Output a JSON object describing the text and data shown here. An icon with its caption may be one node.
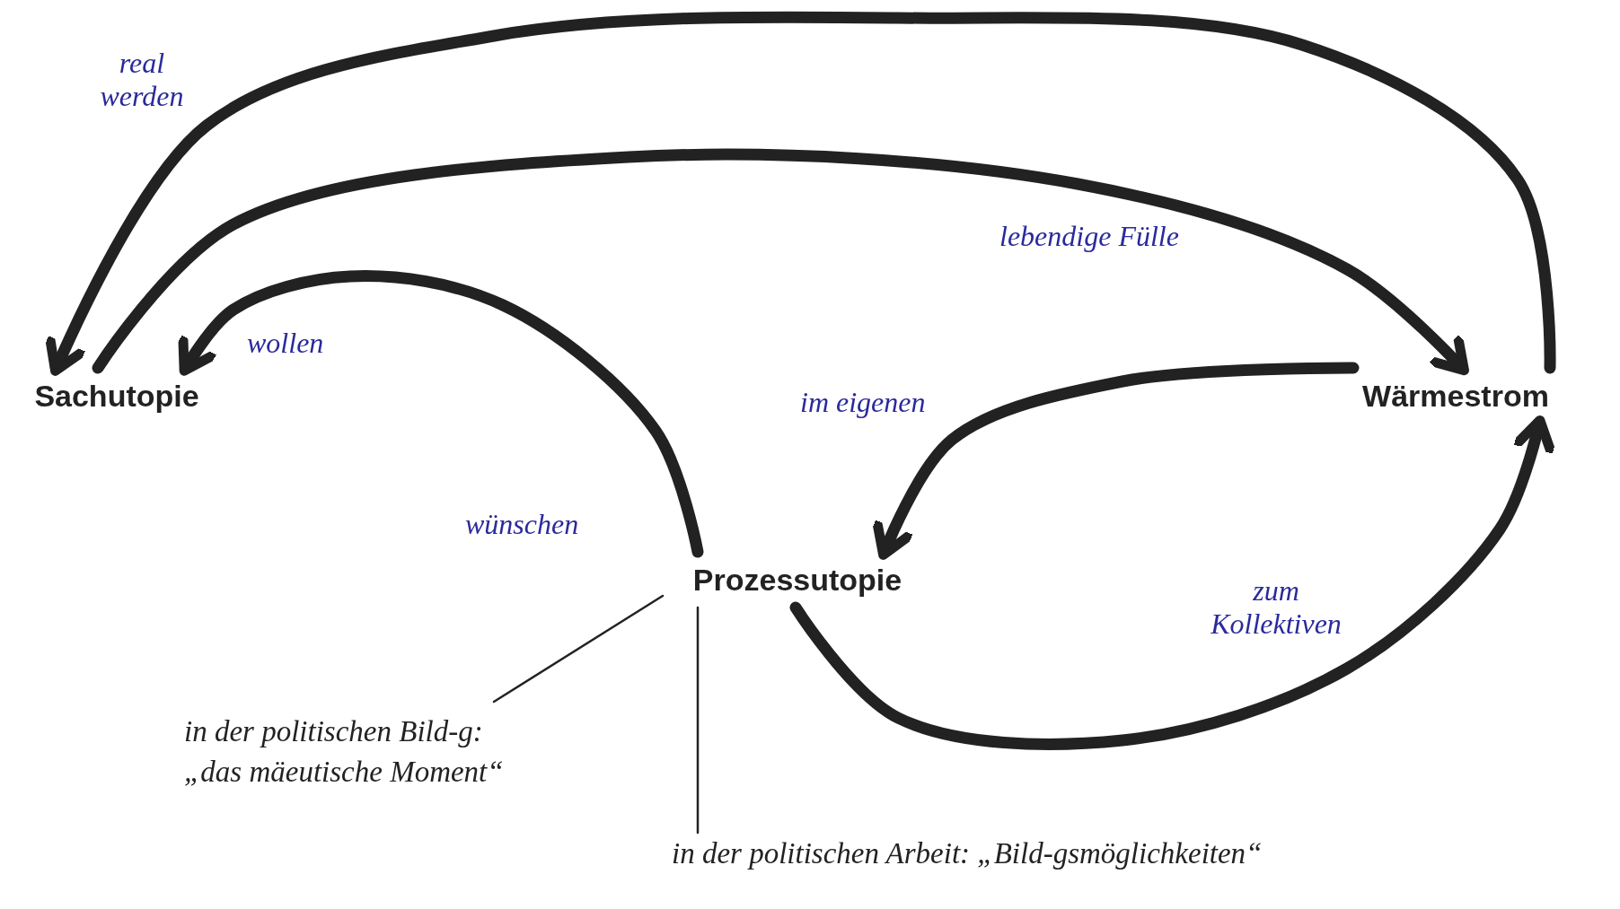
{
  "diagram": {
    "nodes": [
      {
        "text": [
          "Sachutopie"
        ]
      },
      {
        "text": [
          "Wärmestrom"
        ]
      },
      {
        "text": [
          "Prozessutopie"
        ]
      },
      {
        "text": [
          "in der politischen Bild-g: „das mäeutische Moment“"
        ]
      },
      {
        "text": [
          "in der politischen Arbeit: „Bild-gsmöglichkeiten“"
        ]
      }
    ],
    "edges": [
      {
        "from": 1,
        "to": 0,
        "arrow": "to",
        "label": "real werden"
      },
      {
        "from": 0,
        "to": 1,
        "arrow": "to",
        "label": "lebendige Fülle"
      },
      {
        "from": 2,
        "to": 0,
        "arrow": "to",
        "label": "wünschen"
      },
      {
        "from": 1,
        "to": 2,
        "arrow": "to",
        "label": "im eigenen"
      },
      {
        "from": 2,
        "to": 1,
        "arrow": "to",
        "label": "zum Kollektiven"
      },
      {
        "from": 3,
        "to": 2,
        "arrow": "none"
      },
      {
        "from": 4,
        "to": 2,
        "arrow": "none"
      }
    ],
    "labels": [
      "wollen"
    ]
  }
}
